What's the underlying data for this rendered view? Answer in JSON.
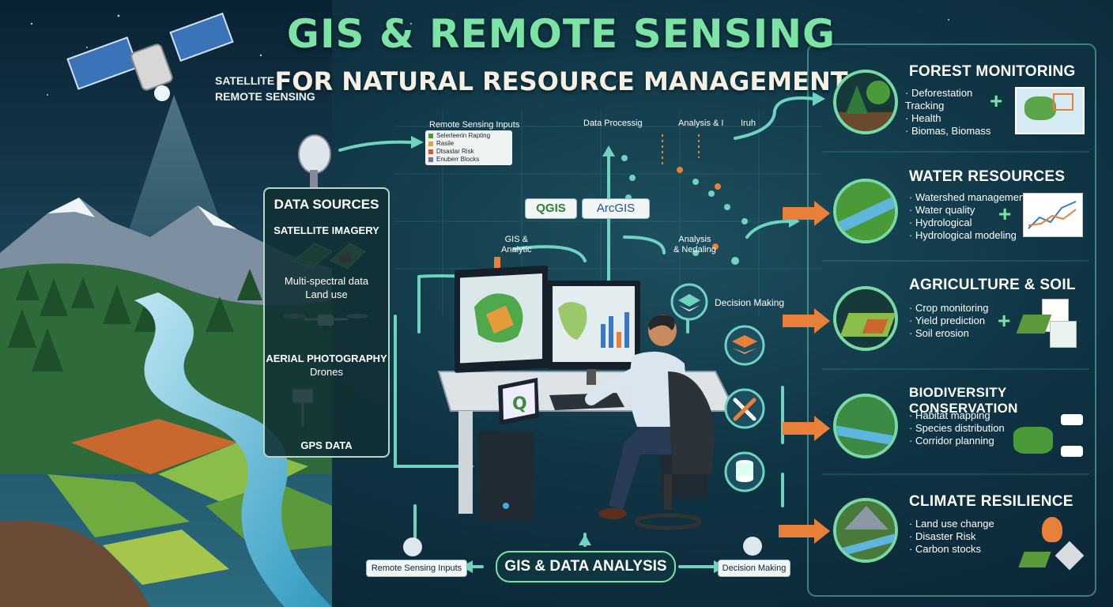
{
  "header": {
    "title": "GIS & REMOTE SENSING",
    "subtitle": "FOR NATURAL RESOURCE MANAGEMENT"
  },
  "satellite": {
    "label_line1": "SATELLITE",
    "label_line2": "REMOTE SENSING"
  },
  "data_sources": {
    "title": "DATA SOURCES",
    "satellite_imagery": "SATELLITE IMAGERY",
    "multi_spectral": "Multi-spectral data",
    "land_use": "Land use",
    "aerial_photography": "AERIAL PHOTOGRAPHY",
    "drones": "Drones",
    "gps": "GPS DATA"
  },
  "dashboard": {
    "remote_inputs": "Remote Sensing Inputs",
    "legend": [
      "Selerleerin Rapting",
      "Rasile",
      "Dtsastar Risk",
      "Enuberr Blocks"
    ],
    "data_processing": "Data Processig",
    "analysis": "Analysis & I",
    "truth": "Iruh",
    "gis_analytic_line1": "GIS &",
    "gis_analytic_line2": "Analytic",
    "analysis_modeling_line1": "Analysis",
    "analysis_modeling_line2": "& Nedaling",
    "decision_making": "Decision Making"
  },
  "software": {
    "qgis": "QGIS",
    "arcgis": "ArcGIS"
  },
  "bottom_flow": {
    "inputs": "Remote Sensing Inputs",
    "center": "GIS & DATA ANALYSIS",
    "decision": "Decision Making"
  },
  "applications": [
    {
      "title": "FOREST MONITORING",
      "items": [
        "Deforestation Tracking",
        "Health",
        "Biomas, Biomass"
      ]
    },
    {
      "title": "WATER RESOURCES",
      "items": [
        "Watershed management",
        "Water quality",
        "Hydrological",
        "Hydrological modeling"
      ]
    },
    {
      "title": "AGRICULTURE & SOIL",
      "items": [
        "Crop monitoring",
        "Yield prediction",
        "Soil erosion"
      ]
    },
    {
      "title": "BIODIVERSITY CONSERVATION",
      "items": [
        "Habitat mapping",
        "Species distribution",
        "Corridor planning"
      ]
    },
    {
      "title": "CLIMATE RESILIENCE",
      "items": [
        "Land use change",
        "Disaster Risk",
        "Carbon stocks"
      ]
    }
  ],
  "colors": {
    "accent_green": "#7be3a4",
    "arrow_orange": "#e8803a",
    "arrow_teal": "#6fd3c0",
    "background": "#0f3444"
  },
  "icons": [
    "satellite-icon",
    "satellite-dish-icon",
    "drone-icon",
    "gps-device-icon",
    "layers-icon",
    "wrench-icon",
    "database-icon",
    "computer-workstation-icon",
    "analyst-person-icon"
  ]
}
